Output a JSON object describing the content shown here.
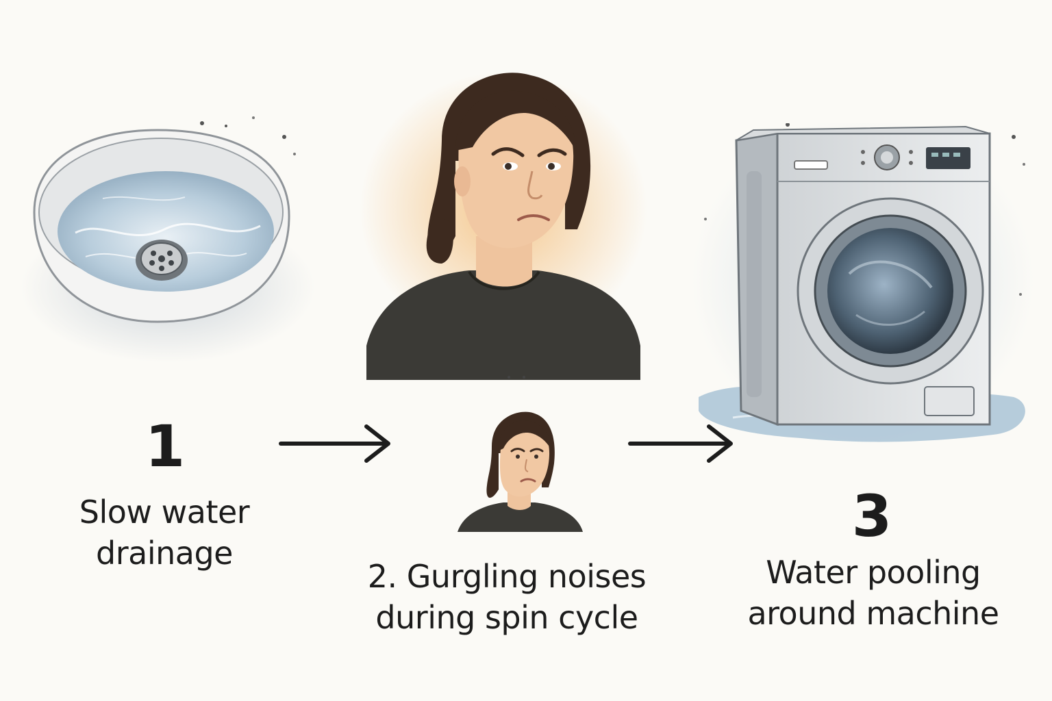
{
  "steps": [
    {
      "number": "1",
      "caption_line1": "Slow water",
      "caption_line2": "drainage",
      "icon": "sink-drain-icon"
    },
    {
      "number": "",
      "caption_line1": "2. Gurgling noises",
      "caption_line2": "during spin cycle",
      "icon": "frowning-woman-icon"
    },
    {
      "number": "3",
      "caption_line1": "Water pooling",
      "caption_line2": "around machine",
      "icon": "washing-machine-icon"
    }
  ],
  "colors": {
    "background": "#fbfaf6",
    "text": "#1c1c1c",
    "water": "#a9c3d6",
    "skin_wash": "#f2b66a"
  }
}
